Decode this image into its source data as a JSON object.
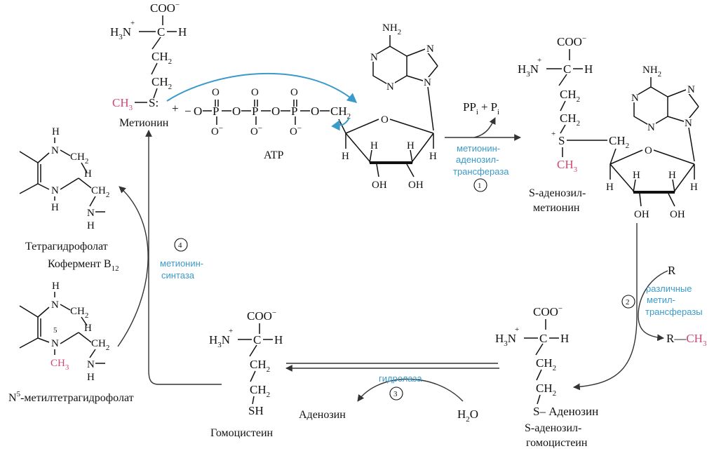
{
  "colors": {
    "enzyme": "#3a9ac9",
    "methyl": "#d24a74",
    "ink": "#111111"
  },
  "labels": {
    "methionine": "Метионин",
    "atp": "ATP",
    "sam_1": "S-аденозил-",
    "sam_2": "метионин",
    "thf": "Тетрагидрофолат",
    "b12": "Кофермент B",
    "b12_sub": "12",
    "mthf_pre": "N",
    "mthf_sup": "5",
    "mthf_post": "-метилтетрагидрофолат",
    "homocysteine": "Гомоцистеин",
    "sah_1": "S-аденозил-",
    "sah_2": "гомоцистеин",
    "adenosine": "Аденозин",
    "s_adenosine": "S– Аденозин",
    "water": "H",
    "water_sub": "2",
    "water_o": "O",
    "ppi": "PP",
    "ppi_sub": "i",
    "plus": "+",
    "pi": "P",
    "pi_sub": "i",
    "r": "R",
    "r_methyl": "R—",
    "r_ch3": "CH",
    "r_ch3_sub": "3"
  },
  "enzymes": {
    "mat_1": "метионин-",
    "mat_2": "аденозил-",
    "mat_3": "трансфераза",
    "mt_1": "различные",
    "mt_2": "метил-",
    "mt_3": "трансферазы",
    "hyd": "гидролаза",
    "ms_1": "метионин-",
    "ms_2": "синтаза"
  },
  "steps": {
    "s1": "1",
    "s2": "2",
    "s3": "3",
    "s4": "4"
  },
  "atoms": {
    "coo": "COO",
    "minus": "−",
    "h3n": "H",
    "h3n_sub": "3",
    "n": "N",
    "plus": "+",
    "c": "C",
    "h": "H",
    "ch2": "CH",
    "ch2_sub": "2",
    "ch3": "CH",
    "ch3_sub": "3",
    "s": "S",
    "s_colon": "S:",
    "sh": "SH",
    "o": "O",
    "p": "P",
    "oh": "OH",
    "nh2": "NH",
    "nh2_sub": "2",
    "n5": "5",
    "o_minus": "O",
    "dash": "–"
  }
}
